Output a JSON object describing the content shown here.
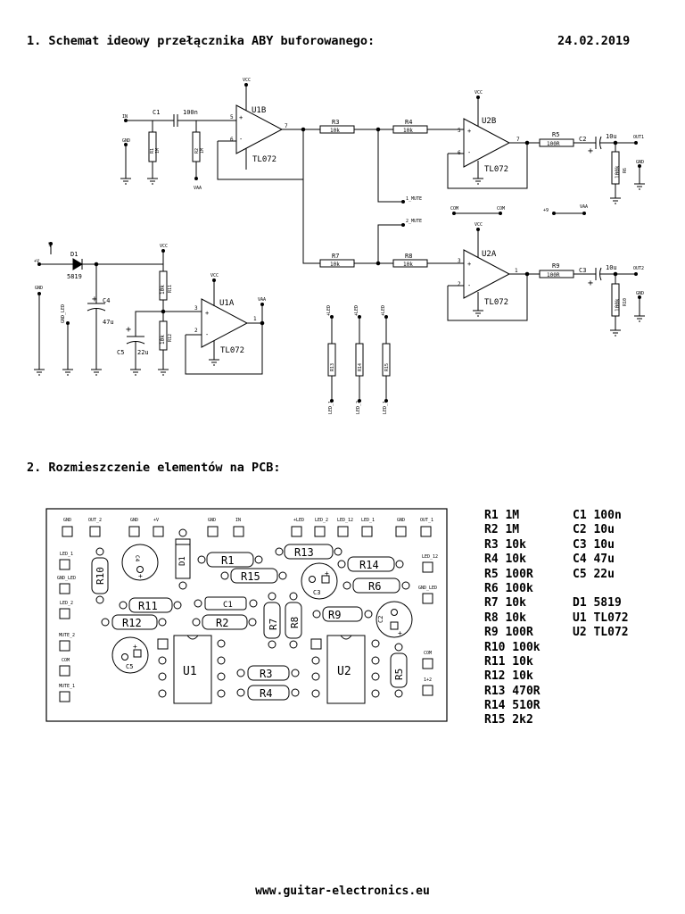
{
  "header": {
    "title": "1. Schemat ideowy przełącznika ABY buforowanego:",
    "date": "24.02.2019"
  },
  "schematic": {
    "U1B": {
      "name": "U1B",
      "part": "TL072",
      "pin_plus": "5",
      "pin_minus": "6",
      "pin_out": "7",
      "pin_sign_plus": "+",
      "pin_sign_minus": "-"
    },
    "U2B": {
      "name": "U2B",
      "part": "TL072",
      "pin_plus": "5",
      "pin_minus": "6",
      "pin_out": "7",
      "pin_sign_plus": "+",
      "pin_sign_minus": "-"
    },
    "U2A": {
      "name": "U2A",
      "part": "TL072",
      "pin_plus": "3",
      "pin_minus": "2",
      "pin_out": "1",
      "pin_sign_plus": "+",
      "pin_sign_minus": "-"
    },
    "U1A": {
      "name": "U1A",
      "part": "TL072",
      "pin_plus": "3",
      "pin_minus": "2",
      "pin_out": "1",
      "pin_sign_plus": "+",
      "pin_sign_minus": "-"
    },
    "C1": {
      "name": "C1",
      "value": "100n"
    },
    "C2": {
      "name": "C2",
      "value": "10u"
    },
    "C3": {
      "name": "C3",
      "value": "10u"
    },
    "C4": {
      "name": "C4",
      "value": "47u"
    },
    "C5": {
      "name": "C5",
      "value": "22u"
    },
    "R3": {
      "name": "R3",
      "value": "10k"
    },
    "R4": {
      "name": "R4",
      "value": "10k"
    },
    "R5": {
      "name": "R5",
      "value": "100R"
    },
    "R6": {
      "name": "R6",
      "value": "100k"
    },
    "R7": {
      "name": "R7",
      "value": "10k"
    },
    "R8": {
      "name": "R8",
      "value": "10k"
    },
    "R9": {
      "name": "R9",
      "value": "100R"
    },
    "R10": {
      "name": "R10",
      "value": "100k"
    },
    "R11": {
      "name": "R11",
      "value": "10k"
    },
    "R12": {
      "name": "R12",
      "value": "10k"
    },
    "R13": {
      "name": "R13"
    },
    "R14": {
      "name": "R14"
    },
    "R15": {
      "name": "R15"
    },
    "R1": {
      "name": "R1",
      "value": "1M"
    },
    "R2": {
      "name": "R2",
      "value": "1M"
    },
    "D1": {
      "name": "D1",
      "value": "5819"
    },
    "nets": {
      "vcc": "VCC",
      "vaa": "VAA",
      "gnd": "GND",
      "com": "COM",
      "in": "IN",
      "out_1": "OUT1",
      "out_2": "OUT2",
      "plus_v": "+V",
      "plus_9": "+9",
      "mute_1": "1_MUTE",
      "mute_2": "2_MUTE",
      "gnd_led": "GND_LED",
      "led_1": "LED_1",
      "led_2": "LED_2",
      "led_pwr": "+LED"
    }
  },
  "pcb": {
    "header": "2. Rozmieszczenie elementów na PCB:",
    "top_labels": [
      "GND",
      "OUT_2",
      "GND",
      "+V",
      "GND",
      "IN",
      "+LED",
      "LED_2",
      "LED_12",
      "LED_1",
      "GND",
      "OUT_1"
    ],
    "left_labels": [
      "LED_1",
      "GND_LED",
      "LED_2",
      "MUTE_2",
      "COM",
      "MUTE_1"
    ],
    "right_labels": [
      "LED_12",
      "GND_LED",
      "COM",
      "1+2"
    ],
    "parts": {
      "R1": "R1",
      "R2": "R2",
      "R3": "R3",
      "R4": "R4",
      "R5": "R5",
      "R6": "R6",
      "R7": "R7",
      "R8": "R8",
      "R9": "R9",
      "R10": "R10",
      "R11": "R11",
      "R12": "R12",
      "R13": "R13",
      "R14": "R14",
      "R15": "R15",
      "C1": "C1",
      "C2": "C2",
      "C3": "C3",
      "C4": "C4",
      "C5": "C5",
      "D1": "D1",
      "U1": "U1",
      "U2": "U2",
      "plus": "+"
    }
  },
  "bom": {
    "col1": [
      "R1 1M",
      "R2 1M",
      "R3 10k",
      "R4 10k",
      "R5 100R",
      "R6 100k",
      "R7 10k",
      "R8 10k",
      "R9 100R",
      "R10 100k",
      "R11 10k",
      "R12 10k",
      "R13 470R",
      "R14 510R",
      "R15 2k2"
    ],
    "col2": [
      "C1 100n",
      "C2 10u",
      "C3 10u",
      "C4 47u",
      "C5 22u",
      "",
      "D1 5819",
      "U1 TL072",
      "U2 TL072"
    ]
  },
  "footer": {
    "url": "www.guitar-electronics.eu"
  },
  "colors": {
    "ink": "#000000",
    "paper": "#ffffff"
  }
}
